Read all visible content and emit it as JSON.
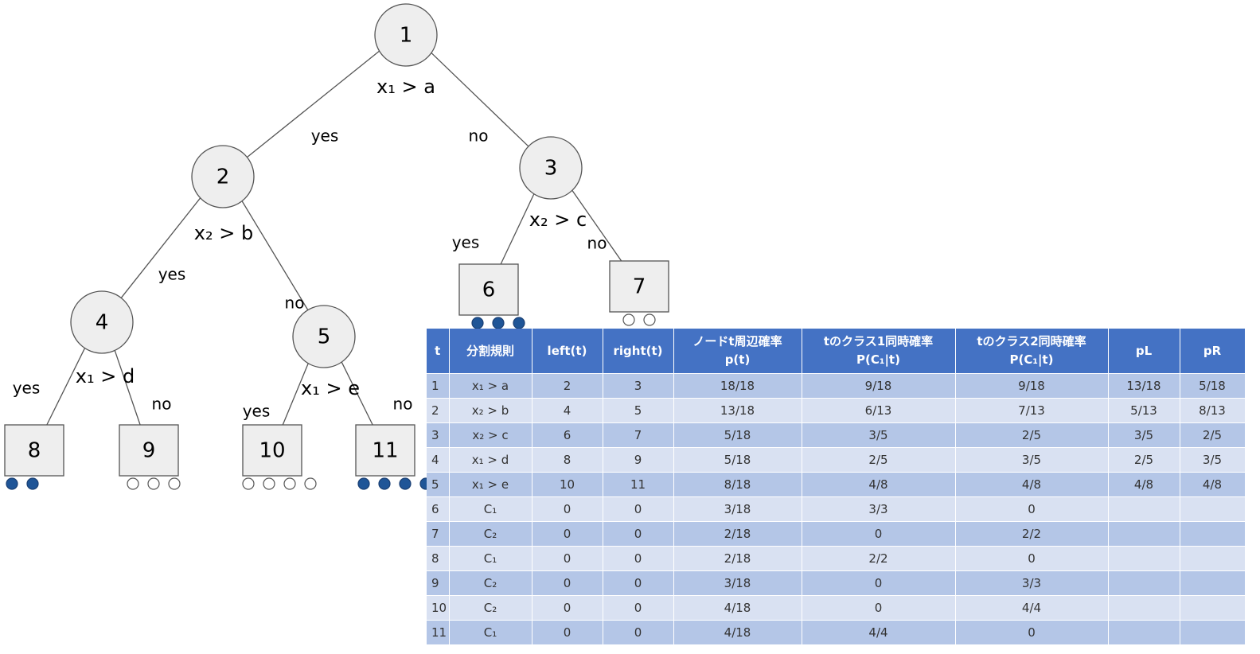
{
  "tree": {
    "nodes": [
      {
        "id": "1",
        "shape": "circle"
      },
      {
        "id": "2",
        "shape": "circle"
      },
      {
        "id": "3",
        "shape": "circle"
      },
      {
        "id": "4",
        "shape": "circle"
      },
      {
        "id": "5",
        "shape": "circle"
      },
      {
        "id": "6",
        "shape": "square",
        "dots": 3,
        "dot_style": "filled"
      },
      {
        "id": "7",
        "shape": "square",
        "dots": 2,
        "dot_style": "hollow"
      },
      {
        "id": "8",
        "shape": "square",
        "dots": 2,
        "dot_style": "filled"
      },
      {
        "id": "9",
        "shape": "square",
        "dots": 3,
        "dot_style": "hollow"
      },
      {
        "id": "10",
        "shape": "square",
        "dots": 4,
        "dot_style": "hollow"
      },
      {
        "id": "11",
        "shape": "square",
        "dots": 4,
        "dot_style": "filled"
      }
    ],
    "edges": [
      {
        "from": "1",
        "to": "2",
        "label": "yes"
      },
      {
        "from": "1",
        "to": "3",
        "label": "no"
      },
      {
        "from": "2",
        "to": "4",
        "label": "yes"
      },
      {
        "from": "2",
        "to": "5",
        "label": "no"
      },
      {
        "from": "3",
        "to": "6",
        "label": "yes"
      },
      {
        "from": "3",
        "to": "7",
        "label": "no"
      },
      {
        "from": "4",
        "to": "8",
        "label": "yes"
      },
      {
        "from": "4",
        "to": "9",
        "label": "no"
      },
      {
        "from": "5",
        "to": "10",
        "label": "yes"
      },
      {
        "from": "5",
        "to": "11",
        "label": "no"
      }
    ],
    "conditions": [
      {
        "node": "1",
        "text": "x₁ > a"
      },
      {
        "node": "2",
        "text": "x₂ > b"
      },
      {
        "node": "3",
        "text": "x₂ > c"
      },
      {
        "node": "4",
        "text": "x₁ > d"
      },
      {
        "node": "5",
        "text": "x₁ > e"
      }
    ],
    "colors": {
      "node_fill": "#eeeeee",
      "node_stroke": "#555555",
      "edge": "#555555",
      "dot_filled": "#1f5597",
      "dot_hollow_stroke": "#555555"
    }
  },
  "table": {
    "headers": [
      {
        "lines": [
          "t"
        ]
      },
      {
        "lines": [
          "分割規則"
        ]
      },
      {
        "lines": [
          "left(t)"
        ]
      },
      {
        "lines": [
          "right(t)"
        ]
      },
      {
        "lines": [
          "ノードt周辺確率",
          "p(t)"
        ]
      },
      {
        "lines": [
          "tのクラス1同時確率",
          "P(C₁|t)"
        ]
      },
      {
        "lines": [
          "tのクラス2同時確率",
          "P(C₁|t)"
        ]
      },
      {
        "lines": [
          "pL"
        ]
      },
      {
        "lines": [
          "pR"
        ]
      }
    ],
    "rows": [
      [
        "1",
        "x₁ >  a",
        "2",
        "3",
        "18/18",
        "9/18",
        "9/18",
        "13/18",
        "5/18"
      ],
      [
        "2",
        "x₂ >  b",
        "4",
        "5",
        "13/18",
        "6/13",
        "7/13",
        "5/13",
        "8/13"
      ],
      [
        "3",
        "x₂ >  c",
        "6",
        "7",
        "5/18",
        "3/5",
        "2/5",
        "3/5",
        "2/5"
      ],
      [
        "4",
        "x₁ >  d",
        "8",
        "9",
        "5/18",
        "2/5",
        "3/5",
        "2/5",
        "3/5"
      ],
      [
        "5",
        "x₁ >  e",
        "10",
        "11",
        "8/18",
        "4/8",
        "4/8",
        "4/8",
        "4/8"
      ],
      [
        "6",
        "C₁",
        "0",
        "0",
        "3/18",
        "3/3",
        "0",
        "",
        ""
      ],
      [
        "7",
        "C₂",
        "0",
        "0",
        "2/18",
        "0",
        "2/2",
        "",
        ""
      ],
      [
        "8",
        "C₁",
        "0",
        "0",
        "2/18",
        "2/2",
        "0",
        "",
        ""
      ],
      [
        "9",
        "C₂",
        "0",
        "0",
        "3/18",
        "0",
        "3/3",
        "",
        ""
      ],
      [
        "10",
        "C₂",
        "0",
        "0",
        "4/18",
        "0",
        "4/4",
        "",
        ""
      ],
      [
        "11",
        "C₁",
        "0",
        "0",
        "4/18",
        "4/4",
        "0",
        "",
        ""
      ]
    ],
    "colors": {
      "header_bg": "#4472c4",
      "row_odd": "#b4c6e7",
      "row_even": "#d9e1f2"
    }
  }
}
